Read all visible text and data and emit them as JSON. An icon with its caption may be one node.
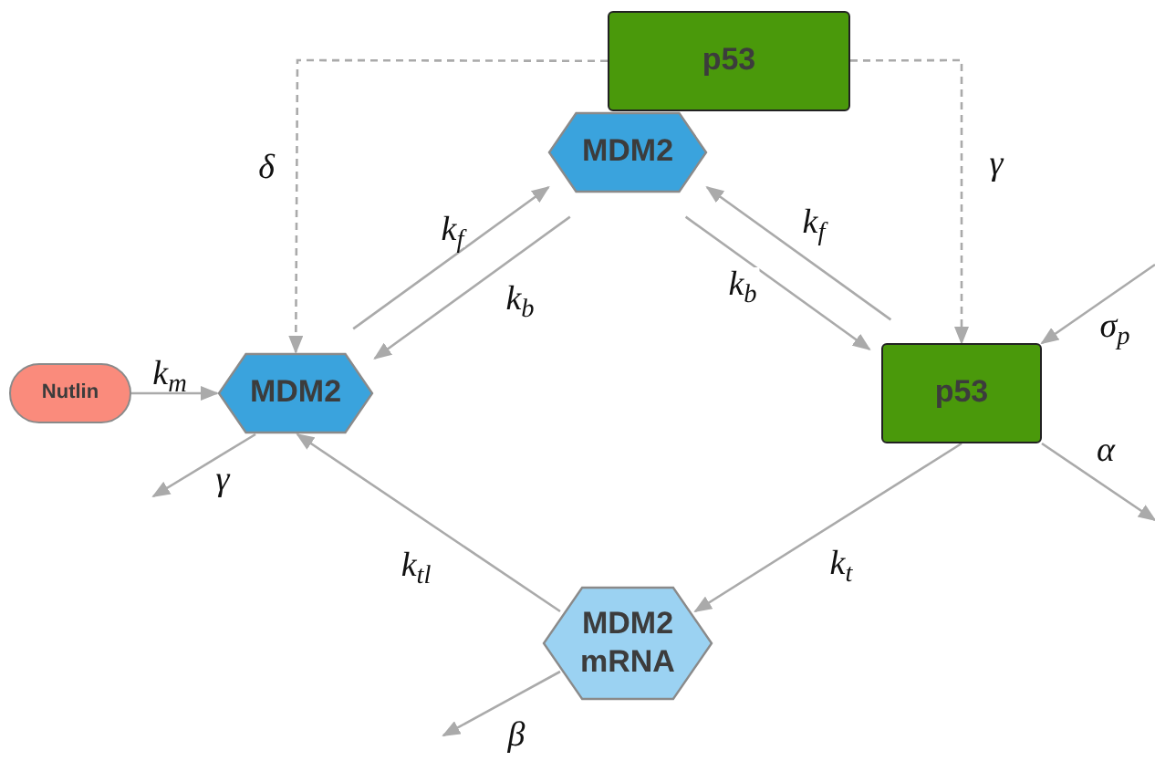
{
  "diagram": {
    "nodes": [
      {
        "text": [
          "p53"
        ]
      },
      {
        "text": [
          "MDM2"
        ]
      },
      {
        "text": [
          "Nutlin"
        ]
      },
      {
        "text": [
          "MDM2"
        ]
      },
      {
        "text": [
          "p53"
        ]
      },
      {
        "text": [
          "MDM2 mRNA"
        ]
      }
    ],
    "edges": [
      {
        "from": 0,
        "to": 3,
        "arrow": "to",
        "label": "δ",
        "style": "dashed"
      },
      {
        "from": 0,
        "to": 4,
        "arrow": "to",
        "label": "γ",
        "style": "dashed"
      },
      {
        "from": 3,
        "to": 1,
        "arrow": "to",
        "label": "k$_{f}$"
      },
      {
        "from": 1,
        "to": 3,
        "arrow": "to",
        "label": "k$_{b}$"
      },
      {
        "from": 4,
        "to": 1,
        "arrow": "to",
        "label": "k$_{f}$"
      },
      {
        "from": 1,
        "to": 4,
        "arrow": "to",
        "label": "k$_{b}$"
      },
      {
        "from": 2,
        "to": 3,
        "arrow": "to",
        "label": "k$_{m}$"
      },
      {
        "from": 3,
        "to": null,
        "arrow": "to",
        "label": "γ"
      },
      {
        "from": null,
        "to": 4,
        "arrow": "to",
        "label": "σ$_{p}$"
      },
      {
        "from": 4,
        "to": null,
        "arrow": "to",
        "label": "α"
      },
      {
        "from": 4,
        "to": 5,
        "arrow": "to",
        "label": "k$_{t}$"
      },
      {
        "from": 5,
        "to": 3,
        "arrow": "to",
        "label": "k$_{tl}$"
      },
      {
        "from": 5,
        "to": null,
        "arrow": "to",
        "label": "β"
      }
    ]
  }
}
